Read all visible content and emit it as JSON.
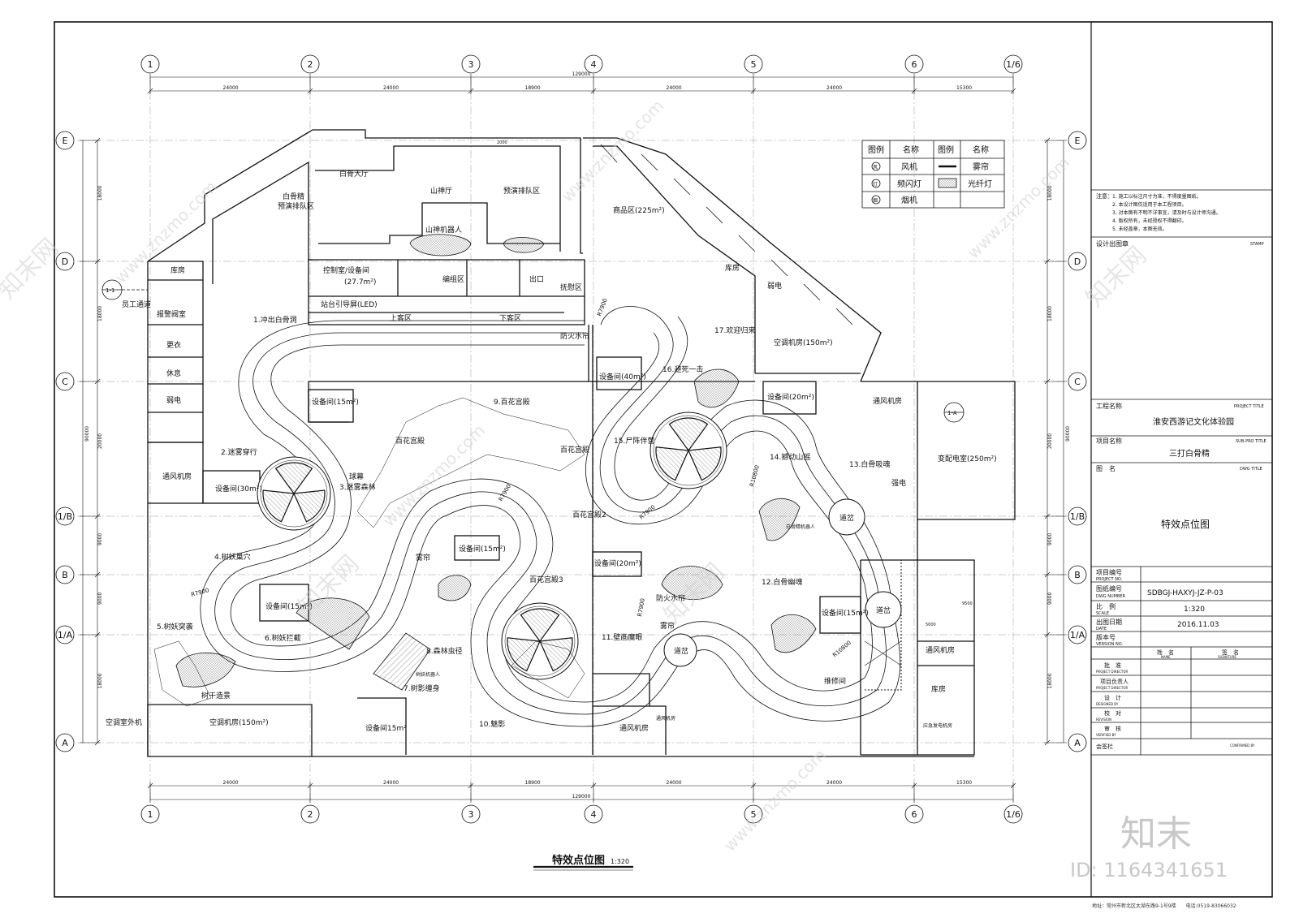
{
  "grid": {
    "columns": [
      "1",
      "2",
      "3",
      "4",
      "5",
      "6",
      "1/6"
    ],
    "rows": [
      "E",
      "D",
      "C",
      "1/B",
      "B",
      "1/A",
      "A"
    ],
    "top_dims": [
      "24000",
      "24000",
      "18900",
      "24000",
      "24000",
      "15300"
    ],
    "top_total": "129000",
    "bottom_dims": [
      "24000",
      "24000",
      "18900",
      "24000",
      "24000",
      "15300"
    ],
    "bottom_total": "129000",
    "left_dims": [
      "18000",
      "18000",
      "20000",
      "9000",
      "9000",
      "18000"
    ],
    "left_total": "90000",
    "right_dims": [
      "18000",
      "18000",
      "20000",
      "9000",
      "9000",
      "18000"
    ],
    "right_total": "90000"
  },
  "legend": {
    "headers": [
      "图例",
      "名称",
      "图例",
      "名称"
    ],
    "rows": [
      {
        "sym1": "风",
        "name1": "风机",
        "name2": "雾帘"
      },
      {
        "sym1": "灯",
        "name1": "频闪灯",
        "name2": "光纤灯"
      },
      {
        "sym1": "烟",
        "name1": "烟机",
        "name2": ""
      }
    ]
  },
  "rooms": {
    "white_bone_hall": "白骨大厅",
    "white_bone_rehearsal": "白骨精\n预演排队区",
    "mountain_hall": "山神厅",
    "preshow_queue": "预演排队区",
    "mountain_robot": "山神机器人",
    "shop": "商品区(225m²)",
    "control_room": "控制室/设备间\n(27.7m²)",
    "grouping": "编组区",
    "exit": "出口",
    "comfort": "抚慰区",
    "platform_led": "站台引导屏(LED)",
    "boarding": "上客区",
    "alighting": "下客区",
    "storage_d": "库房",
    "weak_elec_d": "弱电",
    "storage_left": "库房",
    "staff_passage": "员工通道",
    "alarm_valve": "报警阀室",
    "changing": "更衣",
    "rest": "休息",
    "weak_elec_left": "弱电",
    "vent_left": "通风机房",
    "equip_30": "设备间(30m²)",
    "equip_15a": "设备间(15m²)",
    "equip_15b": "设备间(15m²)",
    "equip_15c": "设备间(15m²)",
    "equip_15d": "设备间(15m²)",
    "equip_15e": "设备间15m²",
    "equip_40": "设备间(40m²)",
    "equip_20a": "设备间(20m²)",
    "equip_20b": "设备间(20m²)",
    "ac_150": "空调机房(150m²)",
    "ac_150_bottom": "空调机房(150m²)",
    "ac_outdoor": "空调室外机",
    "vent_c": "通风机房",
    "substation": "变配电室(250m²)",
    "strong_elec": "强电",
    "vent_right": "通风机房",
    "storage_right": "库房",
    "vent_bottom": "通风机房",
    "vent_bottom2": "通风机房",
    "emergency_gen": "应急发电机房",
    "repair": "维修间",
    "baihua1": "百花宫殿",
    "baihua2": "百花宫殿",
    "baihua_main": "9.百花宫殿",
    "baihua_2": "百花宫殿2",
    "baihua_3": "百花宫殿3",
    "fog": "雾帘",
    "fog2": "雾帘",
    "fire_curtain": "防火水帘",
    "fire_curtain2": "防火水帘",
    "turnout1": "道岔",
    "turnout2": "道岔",
    "turnout3": "道岔",
    "tree_robot": "树妖机器人",
    "bone_robot": "白骨精机器人",
    "flood": "球幕"
  },
  "scenes": [
    "1.冲出白骨洞",
    "2.迷雾穿行",
    "3.迷雾森林",
    "4.树妖巢穴",
    "5.树妖突袭",
    "6.树妖拦截",
    "7.树影缠身",
    "8.森林虫径",
    "9.百花宫殿",
    "10.魅影",
    "11.壁画魔眼",
    "12.白骨幽魂",
    "13.白骨吸魂",
    "14.撼动山摇",
    "15.尸阵伴营",
    "16.避死一击",
    "17.欢迎归来",
    "树干造景"
  ],
  "radii": [
    "R7900",
    "R7900",
    "R7900",
    "R7900",
    "R7900",
    "R10800",
    "R10800"
  ],
  "sections": [
    "1-1",
    "1-A"
  ],
  "title_block": {
    "notes_label": "注意：",
    "notes": [
      "1. 施工以标注尺寸为准，不得度量图纸。",
      "2. 本设计图仅适用于本工程项目。",
      "3. 对本图有不明不详事宜，请及时与设计师沟通。",
      "4. 版权所有，未经授权不得翻印。",
      "5. 未经盖章，本图无效。"
    ],
    "stamp_label": "设计出图章",
    "stamp_en": "STAMP",
    "project_title_label": "工程名称",
    "project_title_en": "PROJECT TITLE",
    "project_title": "淮安西游记文化体验园",
    "sub_pro_label": "项目名称",
    "sub_pro_en": "SUB-PRO TITLE",
    "sub_pro": "三打白骨精",
    "dwg_title_label": "图　名",
    "dwg_title_en": "DWG TITLE",
    "dwg_title": "特效点位图",
    "project_no_label": "项目编号",
    "project_no_en": "PROJECT NO.",
    "project_no": "",
    "dwg_no_label": "图纸编号",
    "dwg_no_en": "DWG NUMBER",
    "dwg_no": "SDBGJ-HAXYJ-JZ-P-03",
    "scale_label": "比　例",
    "scale_en": "SCALE",
    "scale": "1:320",
    "date_label": "出图日期",
    "date_en": "DATE",
    "date": "2016.11.03",
    "version_label": "版本号",
    "version_en": "VERSION NO.",
    "version": "",
    "name_label": "姓　名",
    "name_en": "NAME",
    "sign_label": "签　名",
    "sign_en": "SIGNATURE",
    "approve_label": "批　准",
    "approve_en": "PROJECT DIRECTOR",
    "pm_label": "项目负责人",
    "pm_en": "PROJECT DIRECTOR",
    "design_label": "设　计",
    "design_en": "DESIGNED BY",
    "check_label": "校　对",
    "check_en": "REVISION",
    "review_label": "审　核",
    "review_en": "VERIFIED BY",
    "countersign_label": "会签栏",
    "confirmed_en": "CONFIRMED BY"
  },
  "drawing_title": "特效点位图",
  "drawing_scale": "1:320",
  "footer_address": "地址：常州市新北区太湖东路9-1号9楼　　电话:0519-83066032",
  "watermarks": {
    "brand": "知末",
    "id_text": "ID: 1164341651",
    "diag": "www.znzmo.com",
    "site": "知末网"
  },
  "dims_misc": [
    "2000",
    "5000",
    "9500"
  ],
  "colors": {
    "line": "#111111",
    "hatch": "#555555",
    "watermark": "#cfcfcf"
  }
}
